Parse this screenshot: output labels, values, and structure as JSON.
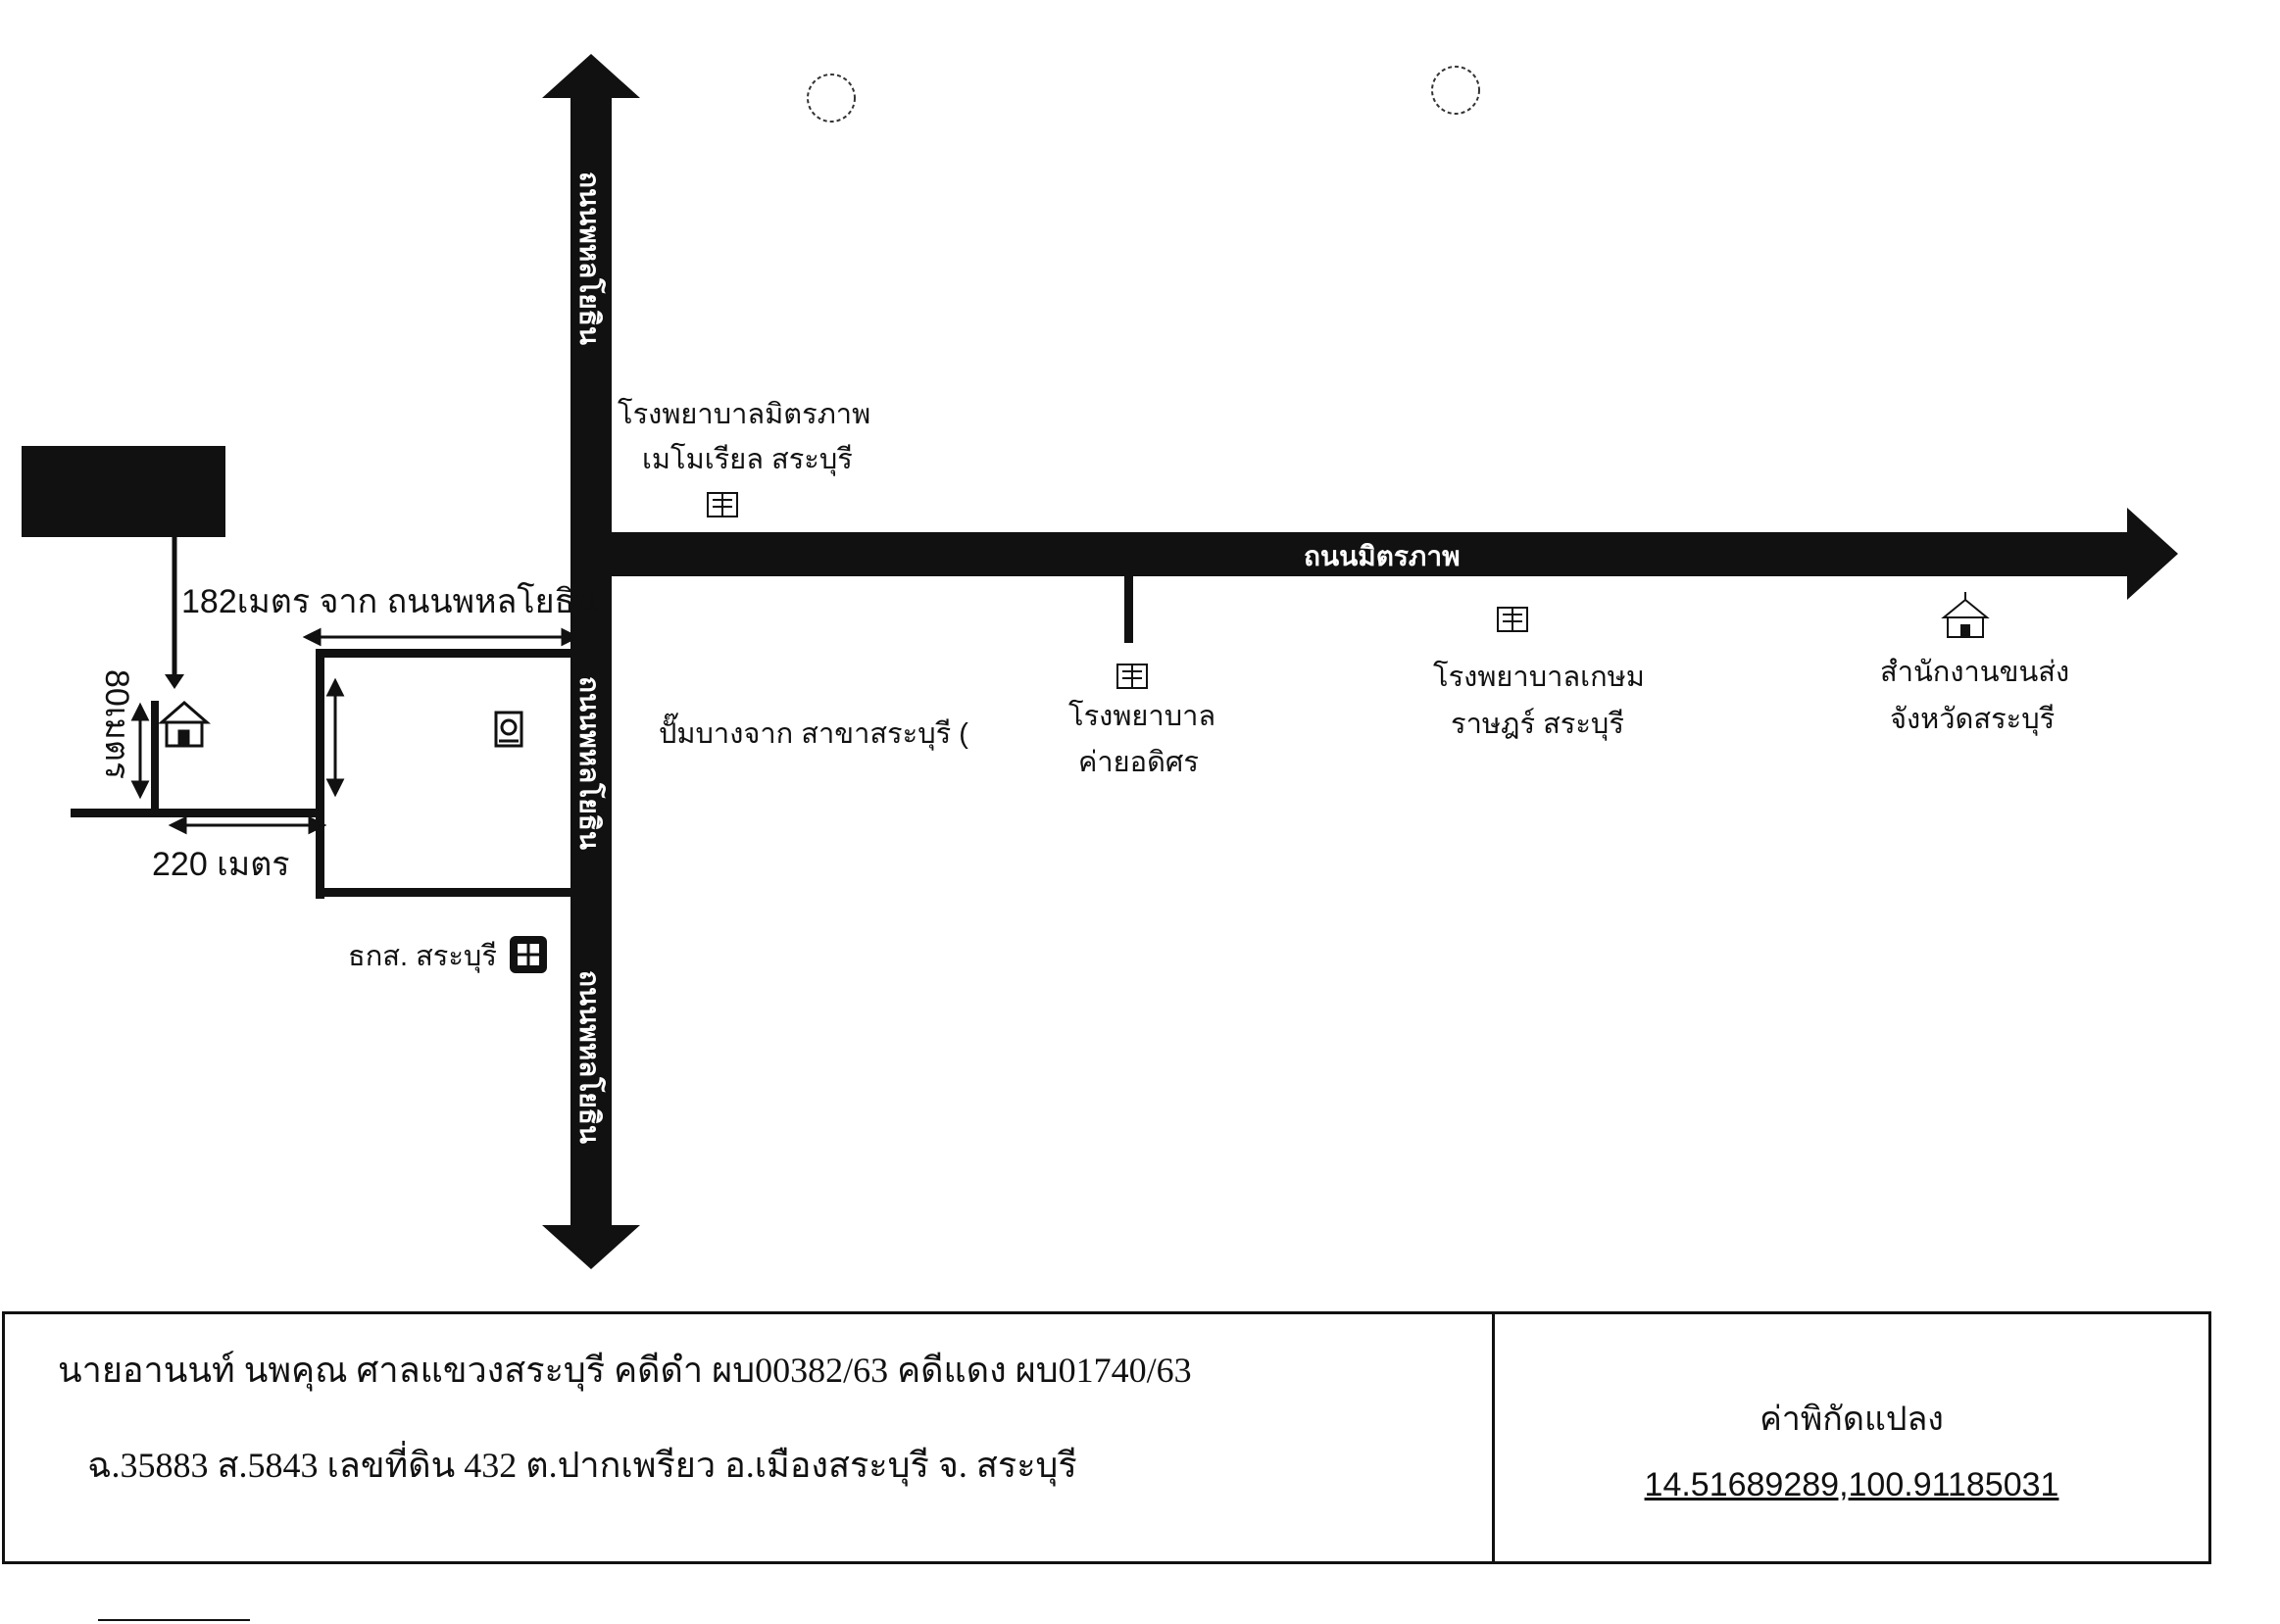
{
  "roads": {
    "north_road_label": "ถนนพหลโยธิน",
    "south_road_upper_label": "ถนนพหลโยธิน",
    "south_road_lower_label": "ถนนพหลโยธิน",
    "east_road_label": "ถนนมิตรภาพ"
  },
  "measurements": {
    "distance_from_road": "182เมตร จาก ถนนพหลโยธิน",
    "lane_length": "220 เมตร",
    "plot_depth": "80เมตร"
  },
  "landmarks": {
    "hospital_1_line1": "โรงพยาบาลมิตรภาพ",
    "hospital_1_line2": "เมโมเรียล สระบุรี",
    "gas_station": "ปั๊มบางจาก สาขาสระบุรี (",
    "hospital_2_line1": "โรงพยาบาล",
    "hospital_2_line2": "ค่ายอดิศร",
    "hospital_3_line1": "โรงพยาบาลเกษม",
    "hospital_3_line2": "ราษฎร์ สระบุรี",
    "transport_office_line1": "สำนักงานขนส่ง",
    "transport_office_line2": "จังหวัดสระบุรี",
    "bank": "ธกส. สระบุรี"
  },
  "info": {
    "case_line_1": "นายอานนท์  นพคุณ ศาลแขวงสระบุรี คดีดำ ผบ00382/63  คดีแดง ผบ01740/63",
    "case_line_2": "ฉ.35883  ส.5843  เลขที่ดิน 432 ต.ปากเพรียว อ.เมืองสระบุรี จ. สระบุรี",
    "coord_title": "ค่าพิกัดแปลง",
    "coord_value": "14.51689289,100.91185031"
  },
  "icons": [
    "house-icon",
    "building-icon",
    "gas-station-icon",
    "bank-icon",
    "school-icon",
    "location-box-icon"
  ],
  "colors": {
    "road": "#111111",
    "paper": "#ffffff"
  }
}
